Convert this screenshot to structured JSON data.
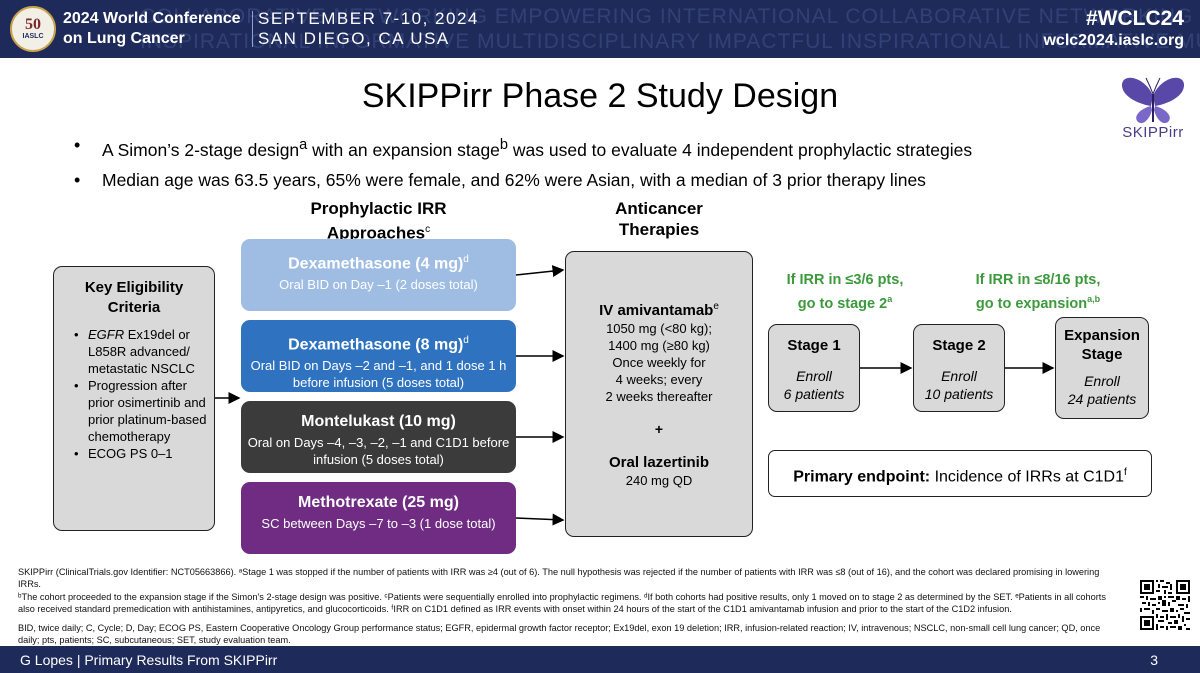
{
  "banner": {
    "background_text_line1": "COLLABORATIVE NETWORKING EMPOWERING INTERNATIONAL COLLABORATIVE NETWORKING EMPOWERING INTERNATIONAL",
    "background_text_line2": "INSPIRATIONAL INFORMATIVE MULTIDISCIPLINARY IMPACTFUL INSPIRATIONAL INFORMATIVE MULTIDISCIPLINARY",
    "seal_number": "50",
    "seal_org": "IASLC",
    "conference_line1": "2024 World Conference",
    "conference_line2": "on Lung Cancer",
    "dates_line1": "SEPTEMBER 7-10, 2024",
    "dates_line2": "SAN DIEGO, CA USA",
    "hashtag": "#WCLC24",
    "website": "wclc2024.iaslc.org"
  },
  "slide": {
    "title": "SKIPPirr Phase 2 Study Design",
    "brand": "SKIPPirr",
    "bullets": [
      "A Simon’s 2-stage design",
      "a",
      " with an expansion stage",
      "b",
      " was used to evaluate 4 independent prophylactic strategies",
      "Median age was 63.5 years, 65% were female, and 62% were Asian, with a median of 3 prior therapy lines"
    ]
  },
  "columns": {
    "prophylactic_header_line1": "Prophylactic IRR",
    "prophylactic_header_line2": "Approaches",
    "prophylactic_header_sup": "c",
    "anticancer_header_line1": "Anticancer",
    "anticancer_header_line2": "Therapies"
  },
  "eligibility": {
    "title_line1": "Key Eligibility",
    "title_line2": "Criteria",
    "items": [
      "EGFR",
      " Ex19del or L858R advanced/ metastatic NSCLC",
      "Progression after prior osimertinib and prior platinum-based chemotherapy",
      "ECOG PS 0–1"
    ]
  },
  "drugs": [
    {
      "name": "Dexamethasone (4 mg)",
      "sup": "d",
      "desc": "Oral BID on Day –1 (2 doses total)",
      "color": "#9fbde3"
    },
    {
      "name": "Dexamethasone (8 mg)",
      "sup": "d",
      "desc": "Oral BID on Days –2 and –1, and 1 dose 1 h before infusion (5 doses total)",
      "color": "#2f72c0"
    },
    {
      "name": "Montelukast (10 mg)",
      "sup": "",
      "desc": "Oral on Days –4, –3, –2, –1 and C1D1 before infusion (5 doses total)",
      "color": "#3b3b3b"
    },
    {
      "name": "Methotrexate (25 mg)",
      "sup": "",
      "desc": "SC between Days –7 to –3 (1 dose total)",
      "color": "#6f2c82"
    }
  ],
  "therapy": {
    "drug1_name": "IV amivantamab",
    "drug1_sup": "e",
    "drug1_dose_lines": [
      "1050 mg (<80 kg);",
      "1400 mg (≥80 kg)",
      "Once weekly for",
      "4 weeks; every",
      "2 weeks thereafter"
    ],
    "plus": "+",
    "drug2_name": "Oral lazertinib",
    "drug2_dose": "240 mg QD"
  },
  "rules": {
    "rule1_line1": "If IRR in ≤3/6 pts,",
    "rule1_line2": "go to stage 2",
    "rule1_sup": "a",
    "rule2_line1": "If IRR in ≤8/16 pts,",
    "rule2_line2": "go to expansion",
    "rule2_sup": "a,b",
    "color": "#3c9a3c"
  },
  "stages": [
    {
      "name_line1": "Stage 1",
      "name_line2": "",
      "enroll": "Enroll",
      "count": "6 patients"
    },
    {
      "name_line1": "Stage 2",
      "name_line2": "",
      "enroll": "Enroll",
      "count": "10 patients"
    },
    {
      "name_line1": "Expansion",
      "name_line2": "Stage",
      "enroll": "Enroll",
      "count": "24 patients"
    }
  ],
  "endpoint": {
    "label": "Primary endpoint:",
    "text": " Incidence of IRRs at C1D1",
    "sup": "f"
  },
  "footnotes": {
    "line1": "SKIPPirr (ClinicalTrials.gov Identifier: NCT05663866). ᵃStage 1 was stopped if the number of patients with IRR was ≥4 (out of 6). The null hypothesis was rejected if the number of patients with IRR was ≤8 (out of 16), and the cohort was declared promising in lowering IRRs.",
    "line2": "ᵇThe cohort proceeded to the expansion stage if the Simon’s 2-stage design was positive. ᶜPatients were sequentially enrolled into prophylactic regimens. ᵈIf both cohorts had positive results, only 1 moved on to stage 2 as determined by the SET. ᵉPatients in all cohorts also received standard premedication with antihistamines, antipyretics, and glucocorticoids. ᶠIRR on C1D1 defined as IRR events with onset within 24 hours of the start of the C1D1 amivantamab infusion and prior to the start of the C1D2 infusion.",
    "abbreviations": "BID, twice daily; C, Cycle; D, Day; ECOG PS, Eastern Cooperative Oncology Group performance status; EGFR, epidermal growth factor receptor; Ex19del, exon 19 deletion; IRR, infusion-related reaction; IV, intravenous; NSCLC, non-small cell lung cancer; QD, once daily; pts, patients; SC, subcutaneous; SET, study evaluation team."
  },
  "footer": {
    "presenter": "G Lopes | Primary Results From SKIPPirr",
    "page": "3"
  },
  "colors": {
    "banner_navy": "#1e2a5a",
    "box_gray": "#d9d9d9",
    "brand_purple": "#4a3a8a"
  }
}
